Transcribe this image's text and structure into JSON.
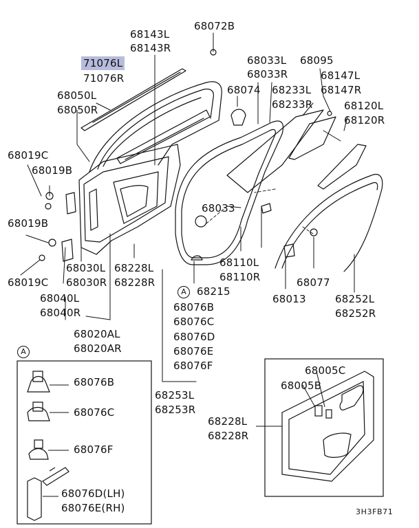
{
  "labels": {
    "p68143L": "68143L",
    "p68143R": "68143R",
    "p68072B": "68072B",
    "p71076L": "71076L",
    "p71076R": "71076R",
    "p68050L": "68050L",
    "p68050R": "68050R",
    "p68033L": "68033L",
    "p68033R": "68033R",
    "p68095": "68095",
    "p68147L": "68147L",
    "p68147R": "68147R",
    "p68074": "68074",
    "p68233L": "68233L",
    "p68233R": "68233R",
    "p68120L": "68120L",
    "p68120R": "68120R",
    "p68019C_top": "68019C",
    "p68019B_top": "68019B",
    "p68033": "68033",
    "p68019B_mid": "68019B",
    "p68019C_bot": "68019C",
    "p68030L": "68030L",
    "p68030R": "68030R",
    "p68228L_main": "68228L",
    "p68228R_main": "68228R",
    "p68110L": "68110L",
    "p68110R": "68110R",
    "p68077": "68077",
    "p68040L": "68040L",
    "p68040R": "68040R",
    "p68215": "68215",
    "p68013": "68013",
    "p68252L": "68252L",
    "p68252R": "68252R",
    "p68076B_list": "68076B",
    "p68076C_list": "68076C",
    "p68076D_list": "68076D",
    "p68076E_list": "68076E",
    "p68076F_list": "68076F",
    "p68020AL": "68020AL",
    "p68020AR": "68020AR",
    "p68253L": "68253L",
    "p68253R": "68253R",
    "p68076B_box": "68076B",
    "p68076C_box": "68076C",
    "p68076F_box": "68076F",
    "p68076D_box": "68076D(LH)",
    "p68076E_box": "68076E(RH)",
    "p68005C": "68005C",
    "p68005B": "68005B",
    "p68228L_inset": "68228L",
    "p68228R_inset": "68228R",
    "ref_code": "3H3FB71"
  },
  "callouts": {
    "a_main": "A",
    "a_box": "A"
  },
  "colors": {
    "highlight": "#b8bcdc",
    "line": "#111111"
  }
}
